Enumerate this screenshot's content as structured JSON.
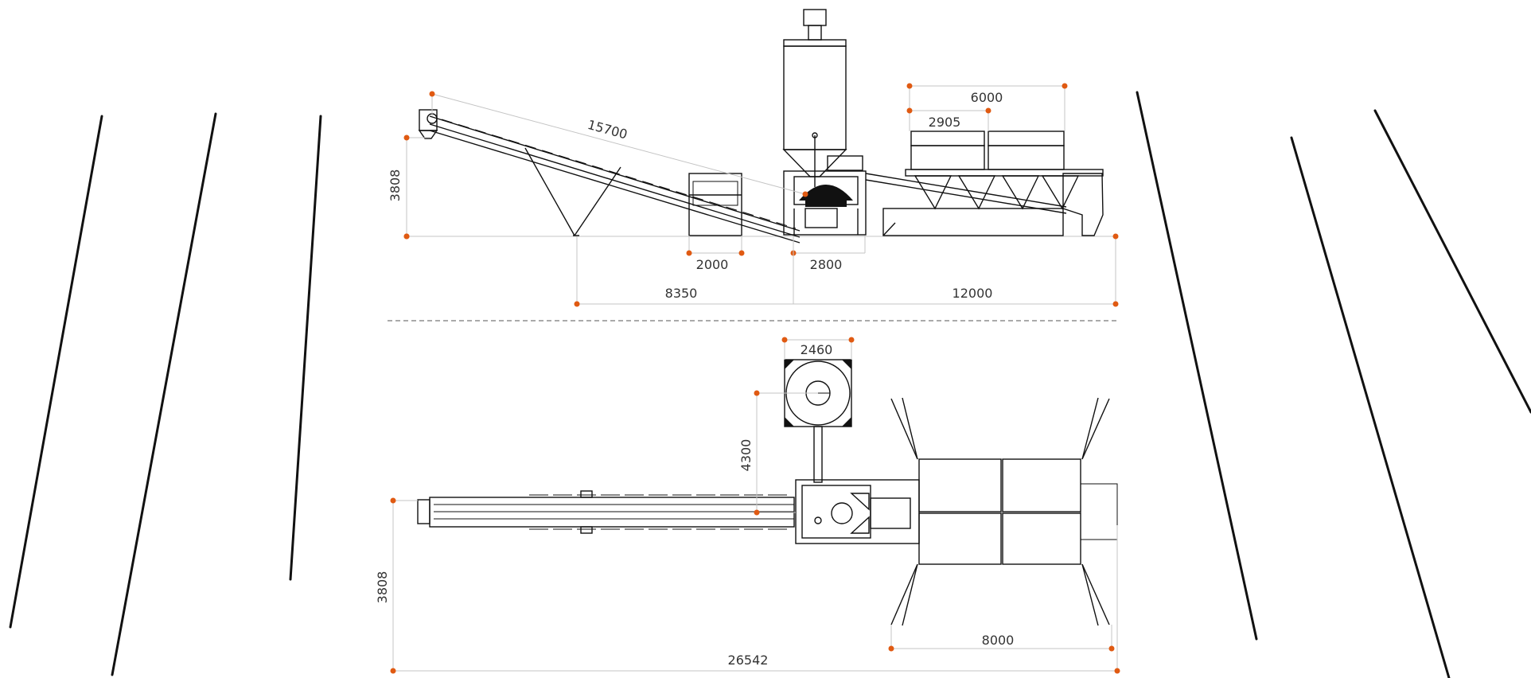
{
  "colors": {
    "accent": "#e05a12",
    "line": "#111111",
    "dimension": "#c4c4c4",
    "text": "#333333"
  },
  "side_view": {
    "conveyor_length": "15700",
    "conveyor_height": "3808",
    "hopper_width": "2000",
    "mixer_width": "2800",
    "left_span": "8350",
    "right_span": "12000",
    "bins_length": "6000",
    "bin_width": "2905"
  },
  "top_view": {
    "silo_width": "2460",
    "silo_offset": "4300",
    "overall_width": "3808",
    "bins_width": "8000",
    "overall_length": "26542"
  }
}
